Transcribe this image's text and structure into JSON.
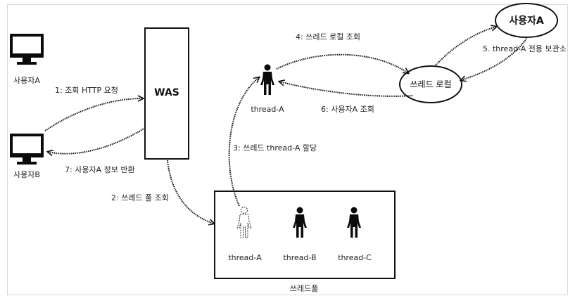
{
  "nodes": {
    "user_a_client": "사용자A",
    "user_b_client": "사용자B",
    "was": "WAS",
    "thread_active": "thread-A",
    "thread_local": "쓰레드 로컬",
    "user_a_store": "사용자A",
    "thread_pool_title": "쓰레드풀",
    "pool_threads": [
      "thread-A",
      "thread-B",
      "thread-C"
    ]
  },
  "steps": {
    "s1": "1: 조회 HTTP 요청",
    "s2": "2: 쓰레드 풀 조회",
    "s3": "3: 쓰레드 thread-A 할당",
    "s4": "4: 쓰레드 로컬 조회",
    "s5": "5. thread-A 전용 보관소",
    "s6": "6: 사용자A 조회",
    "s7": "7: 사용자A 정보 반환"
  }
}
